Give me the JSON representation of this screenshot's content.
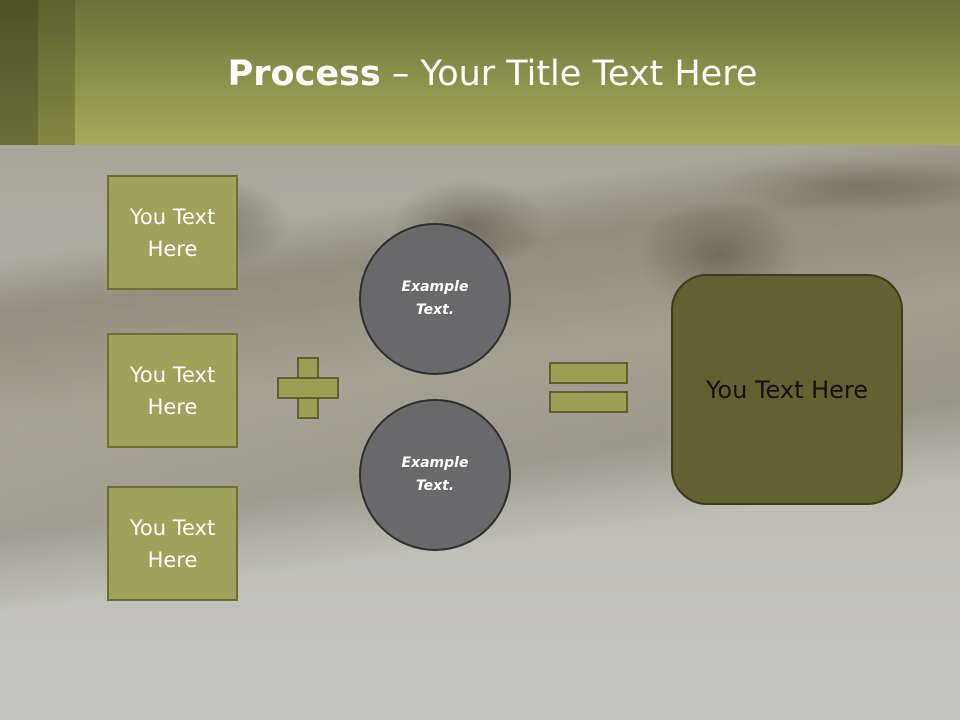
{
  "slide": {
    "title_bold": "Process",
    "title_rest": " – Your Title Text Here",
    "left_boxes": [
      {
        "line1": "You Text",
        "line2": "Here"
      },
      {
        "line1": "You Text",
        "line2": "Here"
      },
      {
        "line1": "You Text",
        "line2": "Here"
      }
    ],
    "circles": [
      {
        "line1": "Example",
        "line2": "Text."
      },
      {
        "line1": "Example",
        "line2": "Text."
      }
    ],
    "result_text": "You Text Here"
  },
  "colors": {
    "header_top": "#6b7038",
    "header_bottom": "#a5ab5a",
    "box_fill": "#a0a25c",
    "circle_fill": "#69696b",
    "result_fill": "#636131"
  },
  "icons": [
    "plus-icon",
    "equals-icon"
  ]
}
